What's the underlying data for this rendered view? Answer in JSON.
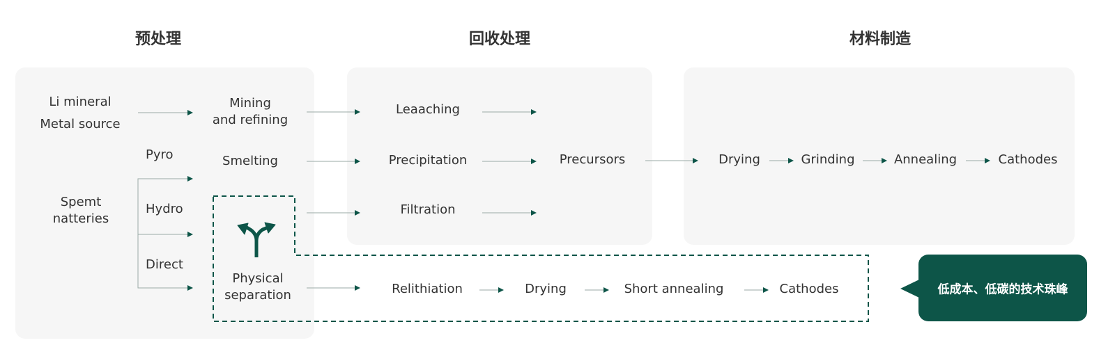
{
  "headers": {
    "pretreatment": "预处理",
    "recycling": "回收处理",
    "manufacturing": "材料制造"
  },
  "sources": {
    "li_mineral": "Li mineral",
    "metal_source": "Metal source",
    "spent_line1": "Spemt",
    "spent_line2": "natteries"
  },
  "routes": {
    "pyro": "Pyro",
    "hydro": "Hydro",
    "direct": "Direct"
  },
  "steps": {
    "mining_line1": "Mining",
    "mining_line2": "and refining",
    "smelting": "Smelting",
    "physical_line1": "Physical",
    "physical_line2": "separation",
    "leaching": "Leaaching",
    "precipitation": "Precipitation",
    "filtration": "Filtration",
    "precursors": "Precursors",
    "drying": "Drying",
    "grinding": "Grinding",
    "annealing": "Annealing",
    "cathodes": "Cathodes",
    "relithiation": "Relithiation",
    "direct_drying": "Drying",
    "short_annealing": "Short annealing",
    "direct_cathodes": "Cathodes"
  },
  "callout": {
    "text": "低成本、低碳的技术珠峰"
  },
  "icons": {
    "split": "fork-arrow-icon"
  },
  "colors": {
    "accent": "#0d5548",
    "panel": "#f6f6f6",
    "line": "#9aaaa6",
    "text": "#333333"
  }
}
